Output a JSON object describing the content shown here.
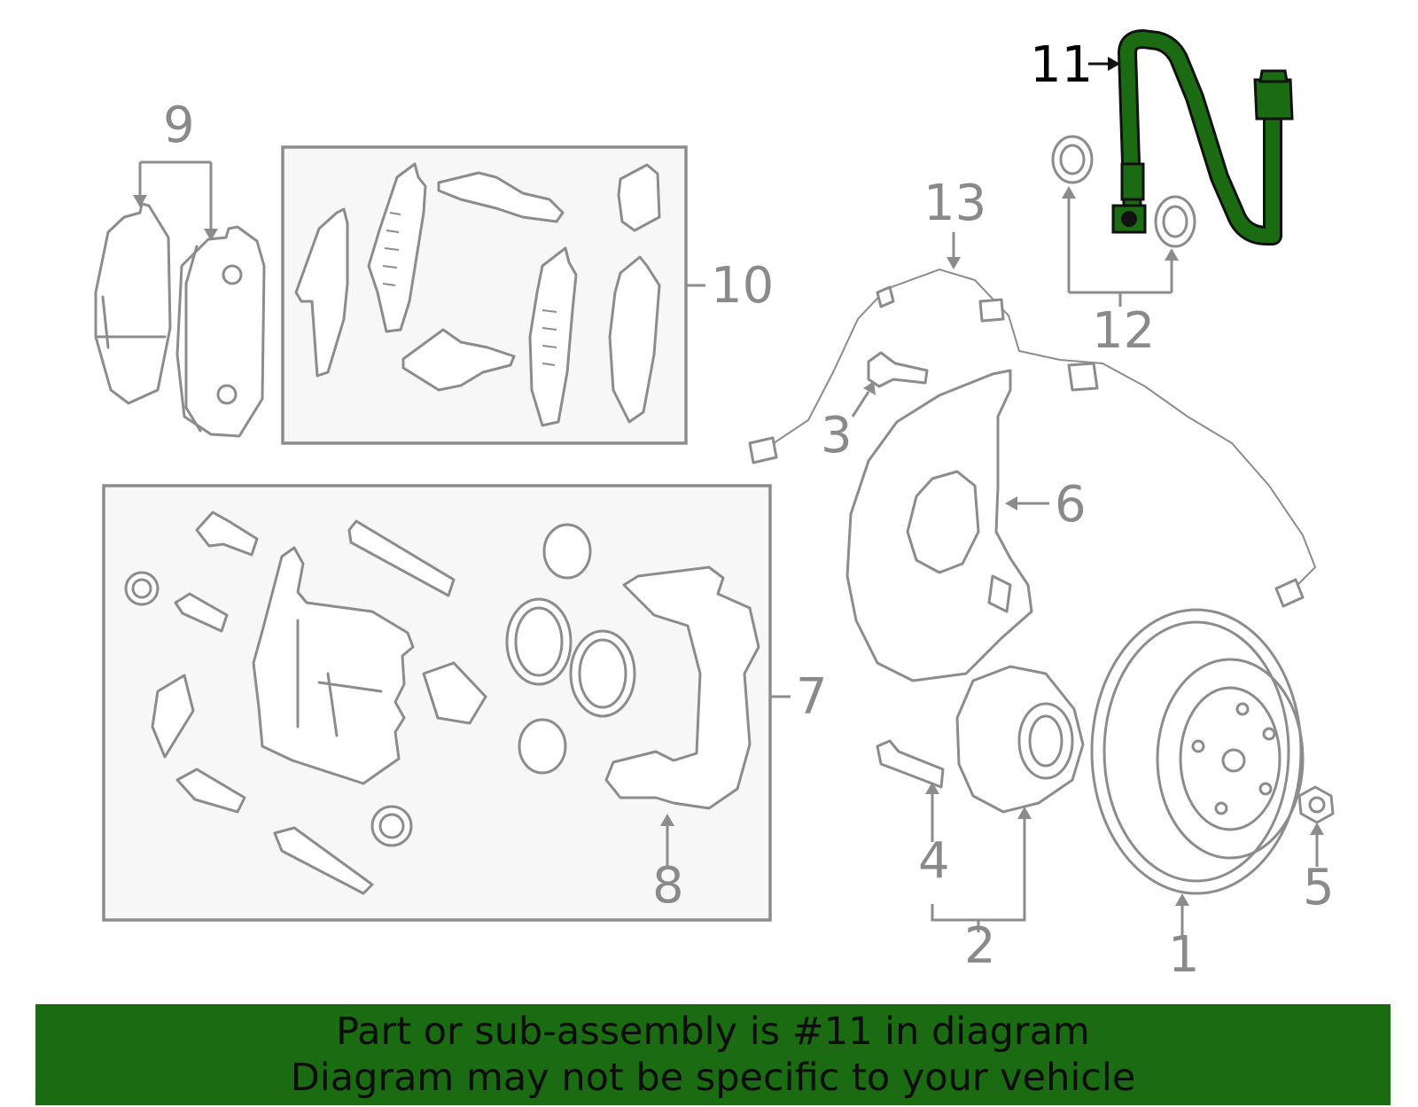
{
  "highlight_color": "#1a6b12",
  "callouts": {
    "c1": "1",
    "c2": "2",
    "c3": "3",
    "c4": "4",
    "c5": "5",
    "c6": "6",
    "c7": "7",
    "c8": "8",
    "c9": "9",
    "c10": "10",
    "c11": "11",
    "c12": "12",
    "c13": "13"
  },
  "highlighted_part": "11",
  "banner": {
    "line1": "Part or sub-assembly is #11 in diagram",
    "line2": "Diagram may not be specific to your vehicle"
  }
}
